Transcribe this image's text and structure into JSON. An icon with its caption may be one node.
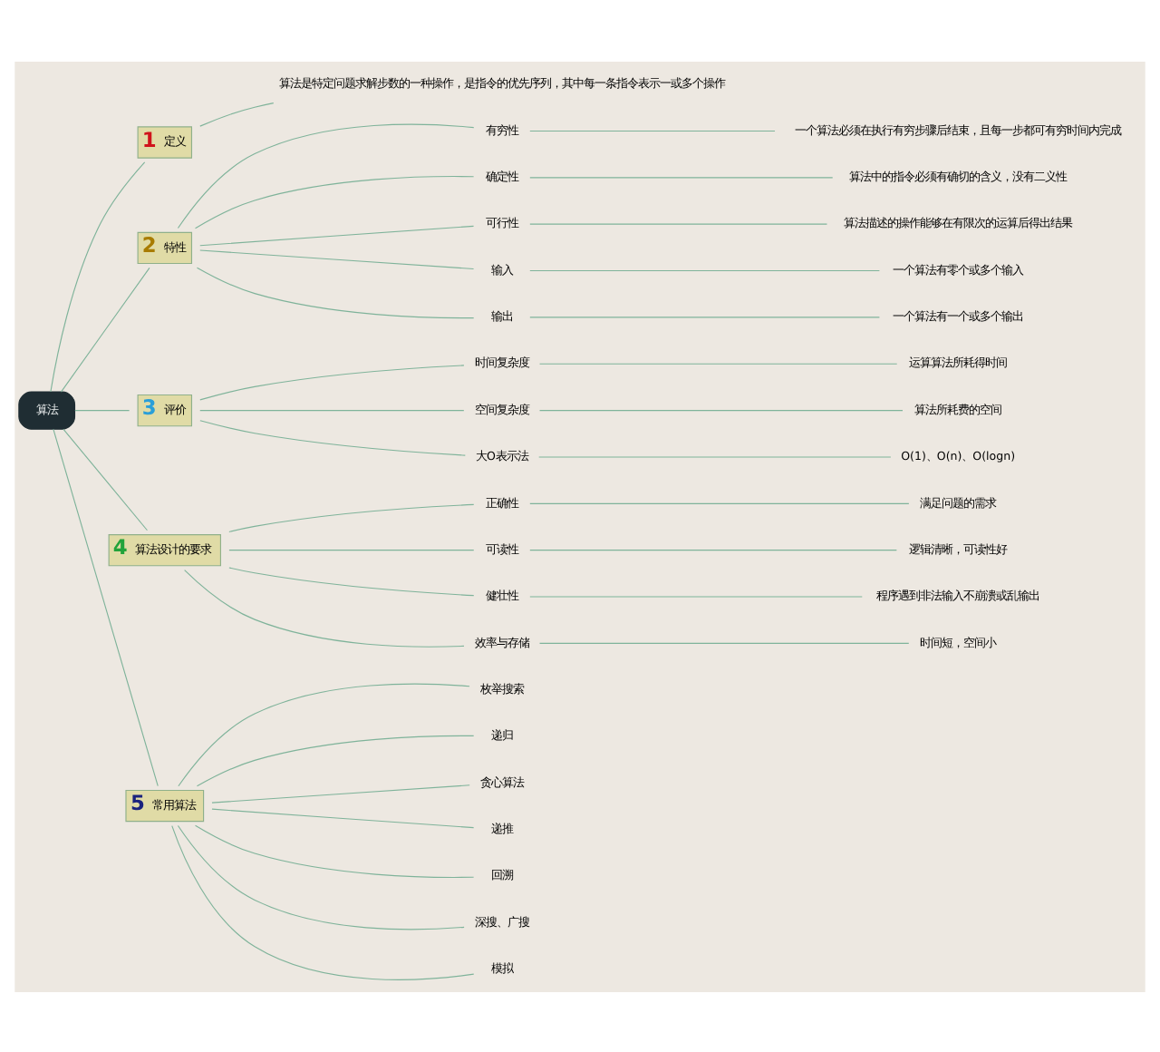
{
  "diagram": {
    "nodes": [
      {
        "text": [
          "算法"
        ]
      },
      {
        "text": [
          "1",
          "定义"
        ]
      },
      {
        "text": [
          "算法是特定问题求解步数的一种操作，是指令的优先序列，其中每一条指令表示一或多个操作"
        ]
      },
      {
        "text": [
          "2",
          "特性"
        ]
      },
      {
        "text": [
          "有穷性"
        ]
      },
      {
        "text": [
          "一个算法必须在执行有穷步骤后结束，且每一步都可有穷时间内完成"
        ]
      },
      {
        "text": [
          "确定性"
        ]
      },
      {
        "text": [
          "算法中的指令必须有确切的含义，没有二义性"
        ]
      },
      {
        "text": [
          "可行性"
        ]
      },
      {
        "text": [
          "算法描述的操作能够在有限次的运算后得出结果"
        ]
      },
      {
        "text": [
          "输入"
        ]
      },
      {
        "text": [
          "一个算法有零个或多个输入"
        ]
      },
      {
        "text": [
          "输出"
        ]
      },
      {
        "text": [
          "一个算法有一个或多个输出"
        ]
      },
      {
        "text": [
          "3",
          "评价"
        ]
      },
      {
        "text": [
          "时间复杂度"
        ]
      },
      {
        "text": [
          "运算算法所耗得时间"
        ]
      },
      {
        "text": [
          "空间复杂度"
        ]
      },
      {
        "text": [
          "算法所耗费的空间"
        ]
      },
      {
        "text": [
          "大O表示法"
        ]
      },
      {
        "text": [
          "O(1)、O(n)、O(logn)"
        ]
      },
      {
        "text": [
          "4",
          "算法设计的要求"
        ]
      },
      {
        "text": [
          "正确性"
        ]
      },
      {
        "text": [
          "满足问题的需求"
        ]
      },
      {
        "text": [
          "可读性"
        ]
      },
      {
        "text": [
          "逻辑清晰，可读性好"
        ]
      },
      {
        "text": [
          "健壮性"
        ]
      },
      {
        "text": [
          "程序遇到非法输入不崩溃或乱输出"
        ]
      },
      {
        "text": [
          "效率与存储"
        ]
      },
      {
        "text": [
          "时间短，空间小"
        ]
      },
      {
        "text": [
          "5",
          "常用算法"
        ]
      },
      {
        "text": [
          "枚举搜索"
        ]
      },
      {
        "text": [
          "递归"
        ]
      },
      {
        "text": [
          "贪心算法"
        ]
      },
      {
        "text": [
          "递推"
        ]
      },
      {
        "text": [
          "回溯"
        ]
      },
      {
        "text": [
          "深搜、广搜"
        ]
      },
      {
        "text": [
          "模拟"
        ]
      }
    ],
    "edges": [
      {
        "from": 0,
        "to": 1,
        "arrow": "none"
      },
      {
        "from": 1,
        "to": 2,
        "arrow": "none"
      },
      {
        "from": 0,
        "to": 3,
        "arrow": "none"
      },
      {
        "from": 3,
        "to": 4,
        "arrow": "none"
      },
      {
        "from": 4,
        "to": 5,
        "arrow": "none"
      },
      {
        "from": 3,
        "to": 6,
        "arrow": "none"
      },
      {
        "from": 6,
        "to": 7,
        "arrow": "none"
      },
      {
        "from": 3,
        "to": 8,
        "arrow": "none"
      },
      {
        "from": 8,
        "to": 9,
        "arrow": "none"
      },
      {
        "from": 3,
        "to": 10,
        "arrow": "none"
      },
      {
        "from": 10,
        "to": 11,
        "arrow": "none"
      },
      {
        "from": 3,
        "to": 12,
        "arrow": "none"
      },
      {
        "from": 12,
        "to": 13,
        "arrow": "none"
      },
      {
        "from": 0,
        "to": 14,
        "arrow": "none"
      },
      {
        "from": 14,
        "to": 15,
        "arrow": "none"
      },
      {
        "from": 15,
        "to": 16,
        "arrow": "none"
      },
      {
        "from": 14,
        "to": 17,
        "arrow": "none"
      },
      {
        "from": 17,
        "to": 18,
        "arrow": "none"
      },
      {
        "from": 14,
        "to": 19,
        "arrow": "none"
      },
      {
        "from": 19,
        "to": 20,
        "arrow": "none"
      },
      {
        "from": 0,
        "to": 21,
        "arrow": "none"
      },
      {
        "from": 21,
        "to": 22,
        "arrow": "none"
      },
      {
        "from": 22,
        "to": 23,
        "arrow": "none"
      },
      {
        "from": 21,
        "to": 24,
        "arrow": "none"
      },
      {
        "from": 24,
        "to": 25,
        "arrow": "none"
      },
      {
        "from": 21,
        "to": 26,
        "arrow": "none"
      },
      {
        "from": 26,
        "to": 27,
        "arrow": "none"
      },
      {
        "from": 21,
        "to": 28,
        "arrow": "none"
      },
      {
        "from": 28,
        "to": 29,
        "arrow": "none"
      },
      {
        "from": 0,
        "to": 30,
        "arrow": "none"
      },
      {
        "from": 30,
        "to": 31,
        "arrow": "none"
      },
      {
        "from": 30,
        "to": 32,
        "arrow": "none"
      },
      {
        "from": 30,
        "to": 33,
        "arrow": "none"
      },
      {
        "from": 30,
        "to": 34,
        "arrow": "none"
      },
      {
        "from": 30,
        "to": 35,
        "arrow": "none"
      },
      {
        "from": 30,
        "to": 36,
        "arrow": "none"
      },
      {
        "from": 30,
        "to": 37,
        "arrow": "none"
      }
    ]
  }
}
